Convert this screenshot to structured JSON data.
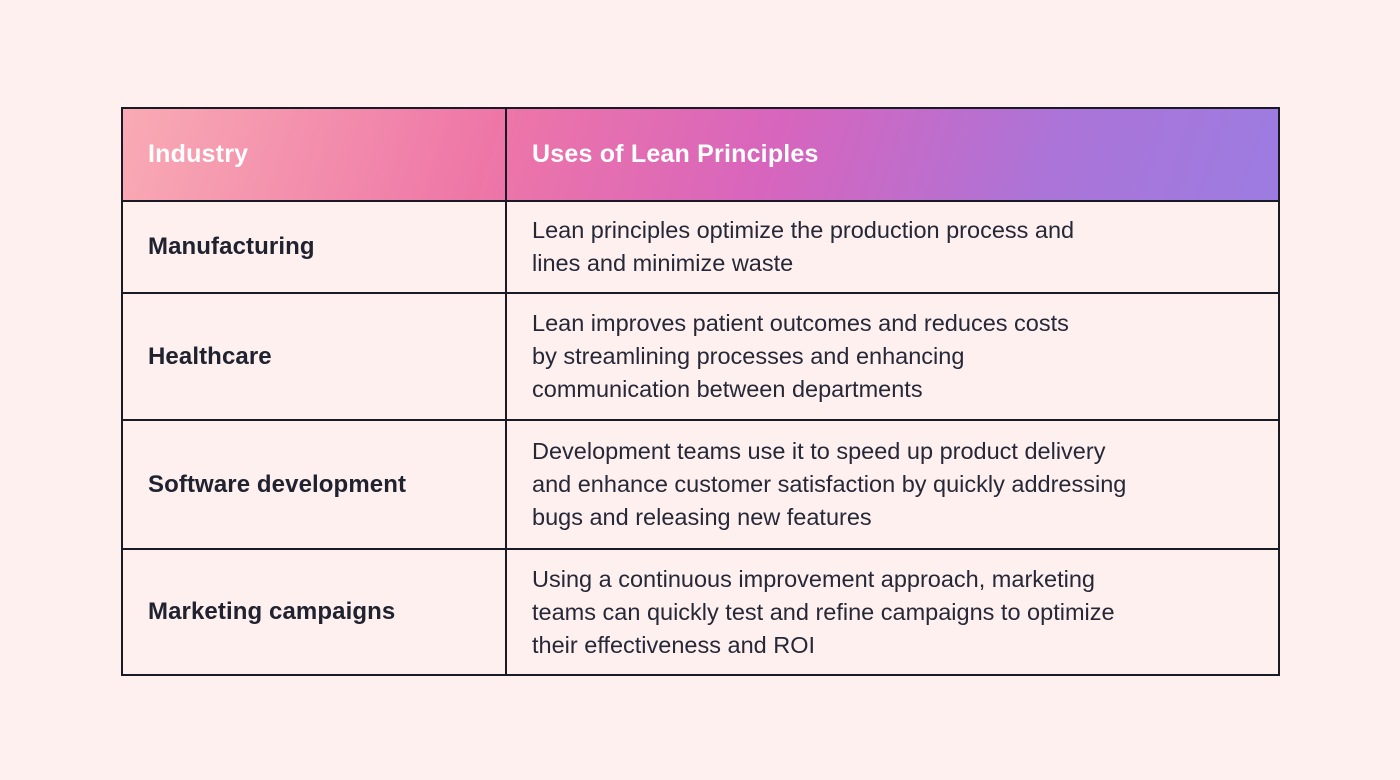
{
  "page": {
    "background_color": "#fdf0ee",
    "border_color": "#1a1a24",
    "header_text_color": "#ffffff",
    "body_text_color": "#262838",
    "header_gradient": [
      "#f9abb4",
      "#ee76a7",
      "#d765bd",
      "#ab74d8",
      "#9c7ce1"
    ]
  },
  "table": {
    "header": {
      "columns": [
        {
          "label": "Industry"
        },
        {
          "label": "Uses of Lean Principles"
        }
      ]
    },
    "rows": [
      {
        "industry": "Manufacturing",
        "use": "Lean principles optimize the production process and\nlines and minimize waste"
      },
      {
        "industry": "Healthcare",
        "use": "Lean improves patient outcomes and reduces costs\nby streamlining processes and enhancing\ncommunication between departments"
      },
      {
        "industry": "Software development",
        "use": "Development teams use it to speed up product delivery\nand enhance customer satisfaction by quickly addressing\nbugs and releasing new features"
      },
      {
        "industry": "Marketing campaigns",
        "use": "Using a continuous improvement approach, marketing\nteams can quickly test and refine campaigns to optimize\ntheir effectiveness and ROI"
      }
    ]
  },
  "chart_data": {
    "type": "table",
    "title": "",
    "columns": [
      "Industry",
      "Uses of Lean Principles"
    ],
    "rows": [
      [
        "Manufacturing",
        "Lean principles optimize the production process and lines and minimize waste"
      ],
      [
        "Healthcare",
        "Lean improves patient outcomes and reduces costs by streamlining processes and enhancing communication between departments"
      ],
      [
        "Software development",
        "Development teams use it to speed up product delivery and enhance customer satisfaction by quickly addressing bugs and releasing new features"
      ],
      [
        "Marketing campaigns",
        "Using a continuous improvement approach, marketing teams can quickly test and refine campaigns to optimize their effectiveness and ROI"
      ]
    ],
    "layout": {
      "header_background": "linear-gradient pink-to-purple",
      "grid": "on"
    }
  }
}
